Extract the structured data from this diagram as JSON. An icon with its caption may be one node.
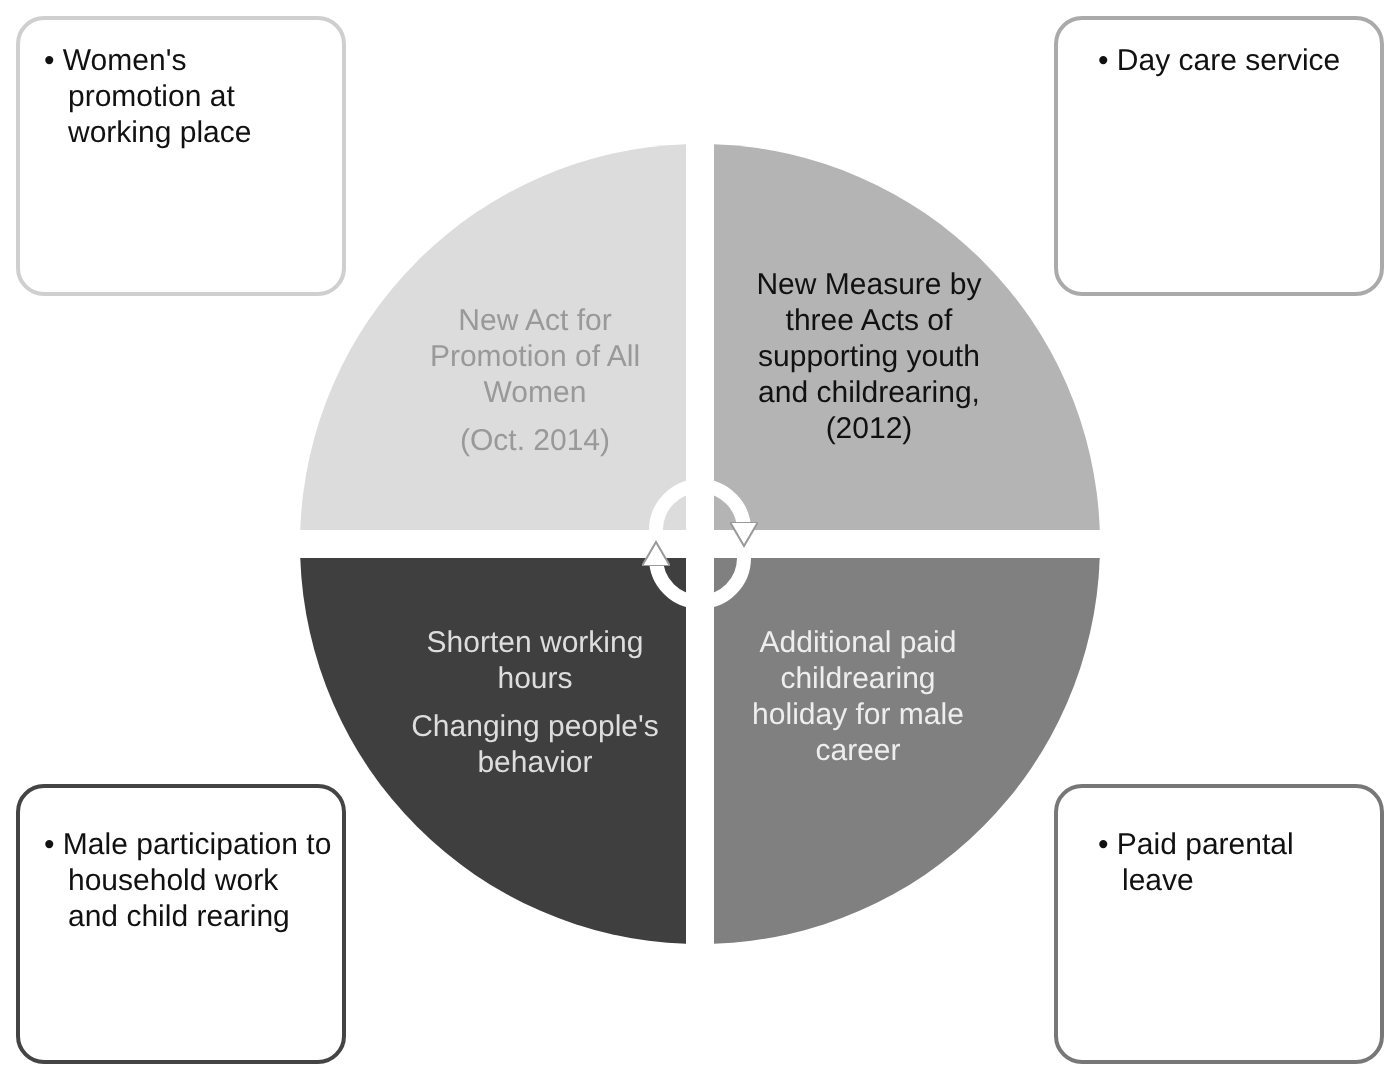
{
  "diagram": {
    "nodes": [
      {
        "text": [
          "• Women's promotion at working place"
        ]
      },
      {
        "text": [
          "• Day care service"
        ]
      },
      {
        "text": [
          "New Act for Promotion of All Women",
          "(Oct. 2014)"
        ]
      },
      {
        "text": [
          "New Measure by three Acts of supporting youth and childrearing, (2012)"
        ]
      },
      {
        "text": [
          "Shorten working hours",
          "Changing people's behavior"
        ]
      },
      {
        "text": [
          "Additional paid childrearing holiday for male career"
        ]
      },
      {
        "text": [
          "• Male participation to household work and child rearing"
        ]
      },
      {
        "text": [
          "• Paid parental leave"
        ]
      }
    ],
    "edges": [
      {
        "from": 2,
        "to": 3,
        "arrow": "to"
      },
      {
        "from": 5,
        "to": 4,
        "arrow": "to"
      }
    ]
  }
}
